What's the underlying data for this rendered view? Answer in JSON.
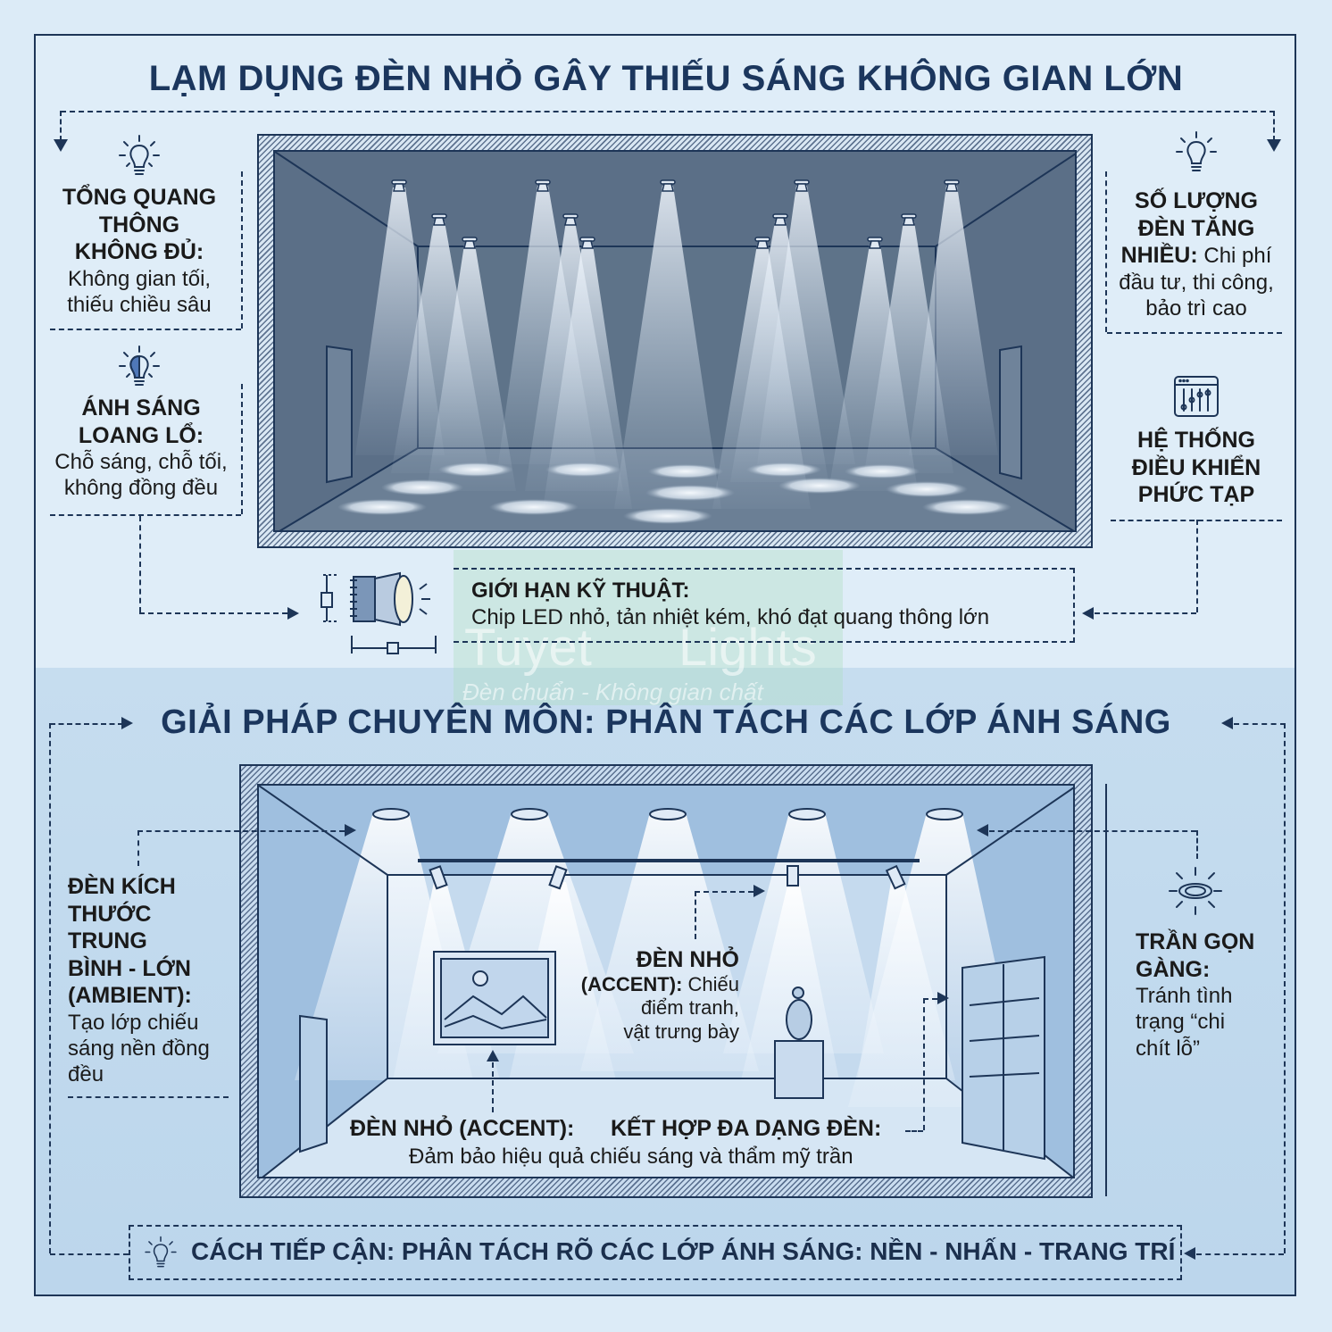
{
  "top_section": {
    "title": "LẠM DỤNG ĐÈN NHỎ GÂY THIẾU SÁNG KHÔNG GIAN LỚN",
    "notes": [
      {
        "icon": "lightbulb-icon",
        "heading_lines": [
          "TỔNG QUANG",
          "THÔNG",
          "KHÔNG ĐỦ:"
        ],
        "body_lines": [
          "Không gian tối,",
          "thiếu chiều sâu"
        ]
      },
      {
        "icon": "half-lightbulb-icon",
        "heading_lines": [
          "ÁNH SÁNG",
          "LOANG LỔ:"
        ],
        "body_lines": [
          "Chỗ sáng, chỗ tối,",
          "không đồng đều"
        ]
      },
      {
        "icon": "lightbulb-icon",
        "heading_lines": [
          "SỐ LƯỢNG",
          "ĐÈN TĂNG"
        ],
        "heading_inline": "NHIỀU:",
        "body_inline": " Chi phí",
        "body_lines": [
          "đầu tư, thi công,",
          "bảo trì cao"
        ]
      },
      {
        "icon": "control-panel-icon",
        "heading_lines": [
          "HỆ THỐNG",
          "ĐIỀU KHIỂN",
          "PHỨC TẠP"
        ]
      }
    ],
    "technical_limit": {
      "icon": "led-chip-heatsink-icon",
      "heading": "GIỚI HẠN KỸ THUẬT:",
      "body": "Chip LED nhỏ, tản nhiệt kém, khó đạt quang thông lớn"
    },
    "illustration": "dark-room-with-many-small-spotlights"
  },
  "watermark": {
    "brand_left": "Tuyet",
    "brand_right": "Lights",
    "slogan": "Đèn chuẩn - Không gian chất"
  },
  "bottom_section": {
    "title": "GIẢI PHÁP CHUYÊN MÔN: PHÂN TÁCH CÁC LỚP ÁNH SÁNG",
    "ambient_note": {
      "heading_lines": [
        "ĐÈN KÍCH",
        "THƯỚC",
        "TRUNG",
        "BÌNH - LỚN",
        "(AMBIENT):"
      ],
      "body_lines": [
        "Tạo lớp chiếu",
        "sáng nền đồng",
        "đều"
      ]
    },
    "ceiling_note": {
      "icon": "recessed-downlight-icon",
      "heading_lines": [
        "TRẦN GỌN",
        "GÀNG:"
      ],
      "body_lines": [
        "Tránh tình",
        "trạng “chi",
        "chít lỗ”"
      ]
    },
    "accent_note": {
      "heading": "ĐÈN NHỎ",
      "heading2": "(ACCENT):",
      "body_inline": " Chiếu",
      "body_lines": [
        "điểm tranh,",
        "vật trưng bày"
      ]
    },
    "combined_note": {
      "label_left": "ĐÈN NHỎ (ACCENT):",
      "label_right": "KẾT HỢP ĐA DẠNG ĐÈN:",
      "body": "Đảm bảo hiệu quả chiếu sáng và thẩm mỹ trần"
    },
    "approach": {
      "icon": "lightbulb-icon",
      "text": "CÁCH TIẾP CẬN: PHÂN TÁCH RÕ CÁC LỚP ÁNH SÁNG: NỀN - NHẤN - TRANG TRÍ"
    },
    "illustration": "gallery-room-with-downlights-track-spots-painting-statue-cabinet"
  },
  "colors": {
    "navy": "#1b365d",
    "page_bg": "#dfedf8",
    "bottom_bg": "#c2daee",
    "dark_room": "#5c7088",
    "light_room": "#a9c6e2"
  }
}
